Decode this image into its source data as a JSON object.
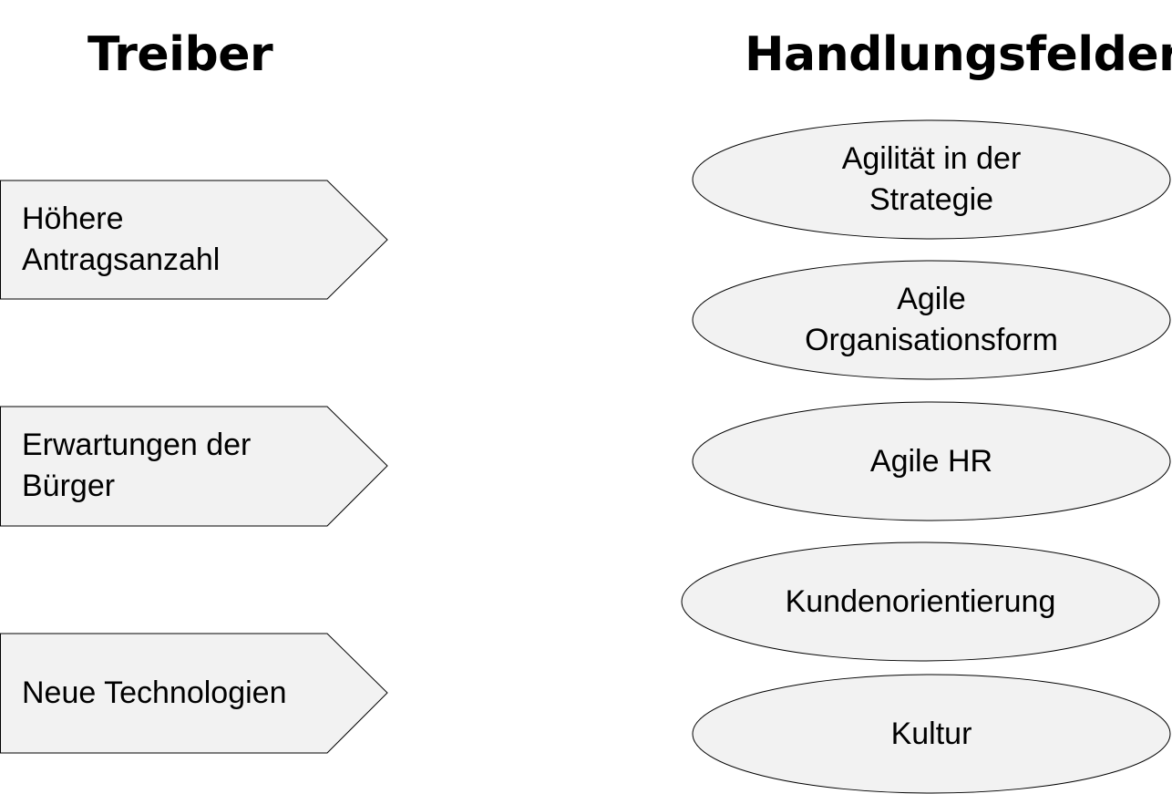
{
  "headings": {
    "drivers": "Treiber",
    "fields": "Handlungsfelder"
  },
  "drivers": [
    {
      "label": "Höhere Antragsanzahl"
    },
    {
      "label": "Erwartungen der Bürger"
    },
    {
      "label": "Neue Technologien"
    }
  ],
  "fields": [
    {
      "label": "Agilität in der Strategie"
    },
    {
      "label": "Agile Organisationsform"
    },
    {
      "label": "Agile HR"
    },
    {
      "label": "Kundenorientierung"
    },
    {
      "label": "Kultur"
    }
  ],
  "colors": {
    "shape_fill": "#f2f2f2",
    "shape_stroke": "#000000",
    "text": "#000000"
  }
}
